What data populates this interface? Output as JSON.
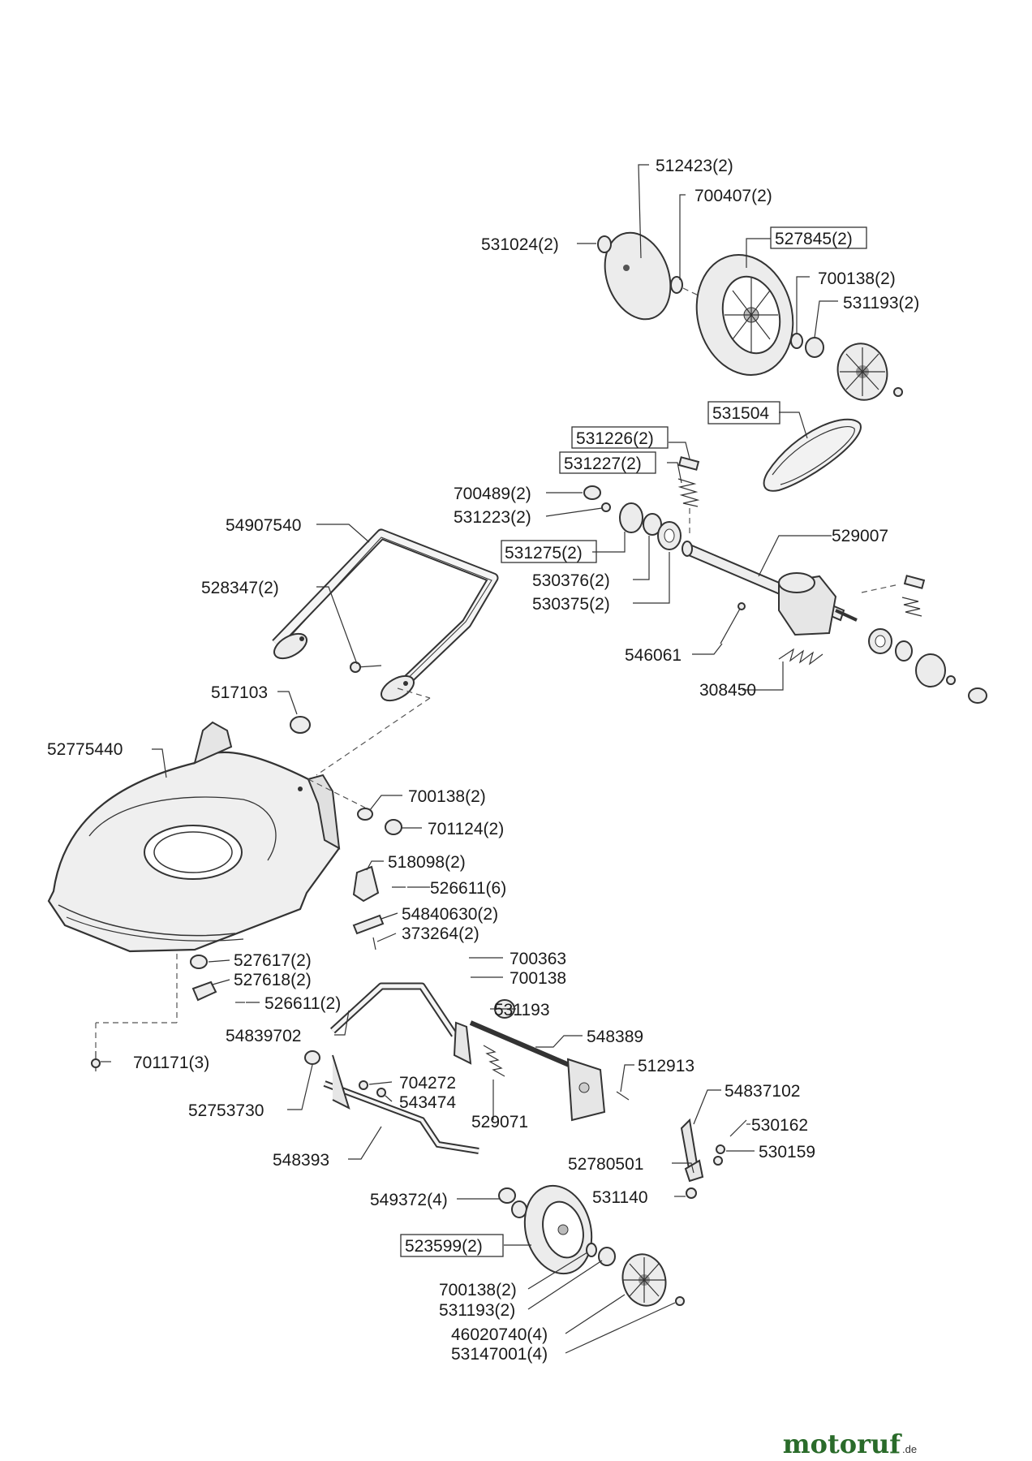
{
  "parts": [
    {
      "id": "512423",
      "label": "512423(2)",
      "boxed": false
    },
    {
      "id": "700407",
      "label": "700407(2)",
      "boxed": false
    },
    {
      "id": "531024",
      "label": "531024(2)",
      "boxed": false
    },
    {
      "id": "527845",
      "label": "527845(2)",
      "boxed": true
    },
    {
      "id": "700138-top",
      "label": "700138(2)",
      "boxed": false
    },
    {
      "id": "531193-top",
      "label": "531193(2)",
      "boxed": false
    },
    {
      "id": "531504",
      "label": "531504",
      "boxed": true
    },
    {
      "id": "531226",
      "label": "531226(2)",
      "boxed": true
    },
    {
      "id": "531227",
      "label": "531227(2)",
      "boxed": true
    },
    {
      "id": "700489",
      "label": "700489(2)",
      "boxed": false
    },
    {
      "id": "531223",
      "label": "531223(2)",
      "boxed": false
    },
    {
      "id": "54907540",
      "label": "54907540",
      "boxed": false
    },
    {
      "id": "531275",
      "label": "531275(2)",
      "boxed": true
    },
    {
      "id": "529007",
      "label": "529007",
      "boxed": false
    },
    {
      "id": "528347",
      "label": "528347(2)",
      "boxed": false
    },
    {
      "id": "530376",
      "label": "530376(2)",
      "boxed": false
    },
    {
      "id": "530375",
      "label": "530375(2)",
      "boxed": false
    },
    {
      "id": "546061",
      "label": "546061",
      "boxed": false
    },
    {
      "id": "308450",
      "label": "308450",
      "boxed": false
    },
    {
      "id": "517103",
      "label": "517103",
      "boxed": false
    },
    {
      "id": "52775440",
      "label": "52775440",
      "boxed": false
    },
    {
      "id": "700138-mid",
      "label": "700138(2)",
      "boxed": false
    },
    {
      "id": "701124",
      "label": "701124(2)",
      "boxed": false
    },
    {
      "id": "518098",
      "label": "518098(2)",
      "boxed": false
    },
    {
      "id": "526611-a",
      "label": "526611(6)",
      "boxed": false
    },
    {
      "id": "54840630",
      "label": "54840630(2)",
      "boxed": false
    },
    {
      "id": "373264",
      "label": "373264(2)",
      "boxed": false
    },
    {
      "id": "527617",
      "label": "527617(2)",
      "boxed": false
    },
    {
      "id": "527618",
      "label": "527618(2)",
      "boxed": false
    },
    {
      "id": "526611-b",
      "label": "526611(2)",
      "boxed": false
    },
    {
      "id": "700363",
      "label": "700363",
      "boxed": false
    },
    {
      "id": "700138-single",
      "label": "700138",
      "boxed": false
    },
    {
      "id": "531193-single",
      "label": "531193",
      "boxed": false
    },
    {
      "id": "54839702",
      "label": "54839702",
      "boxed": false
    },
    {
      "id": "548389",
      "label": "548389",
      "boxed": false
    },
    {
      "id": "701171",
      "label": "701171(3)",
      "boxed": false
    },
    {
      "id": "512913",
      "label": "512913",
      "boxed": false
    },
    {
      "id": "704272",
      "label": "704272",
      "boxed": false
    },
    {
      "id": "52753730",
      "label": "52753730",
      "boxed": false
    },
    {
      "id": "543474",
      "label": "543474",
      "boxed": false
    },
    {
      "id": "54837102",
      "label": "54837102",
      "boxed": false
    },
    {
      "id": "529071",
      "label": "529071",
      "boxed": false
    },
    {
      "id": "530162",
      "label": "530162",
      "boxed": false
    },
    {
      "id": "530159",
      "label": "530159",
      "boxed": false
    },
    {
      "id": "548393",
      "label": "548393",
      "boxed": false
    },
    {
      "id": "52780501",
      "label": "52780501",
      "boxed": false
    },
    {
      "id": "549372",
      "label": "549372(4)",
      "boxed": false
    },
    {
      "id": "531140",
      "label": "531140",
      "boxed": false
    },
    {
      "id": "523599",
      "label": "523599(2)",
      "boxed": true
    },
    {
      "id": "700138-bot",
      "label": "700138(2)",
      "boxed": false
    },
    {
      "id": "531193-bot",
      "label": "531193(2)",
      "boxed": false
    },
    {
      "id": "46020740",
      "label": "46020740(4)",
      "boxed": false
    },
    {
      "id": "53147001",
      "label": "53147001(4)",
      "boxed": false
    }
  ],
  "brand": {
    "name": "motoruf",
    "suffix": ".de"
  },
  "colors": {
    "line": "#333333",
    "brand_main": "#2a6b2a",
    "brand_accent": "#c08a14"
  }
}
